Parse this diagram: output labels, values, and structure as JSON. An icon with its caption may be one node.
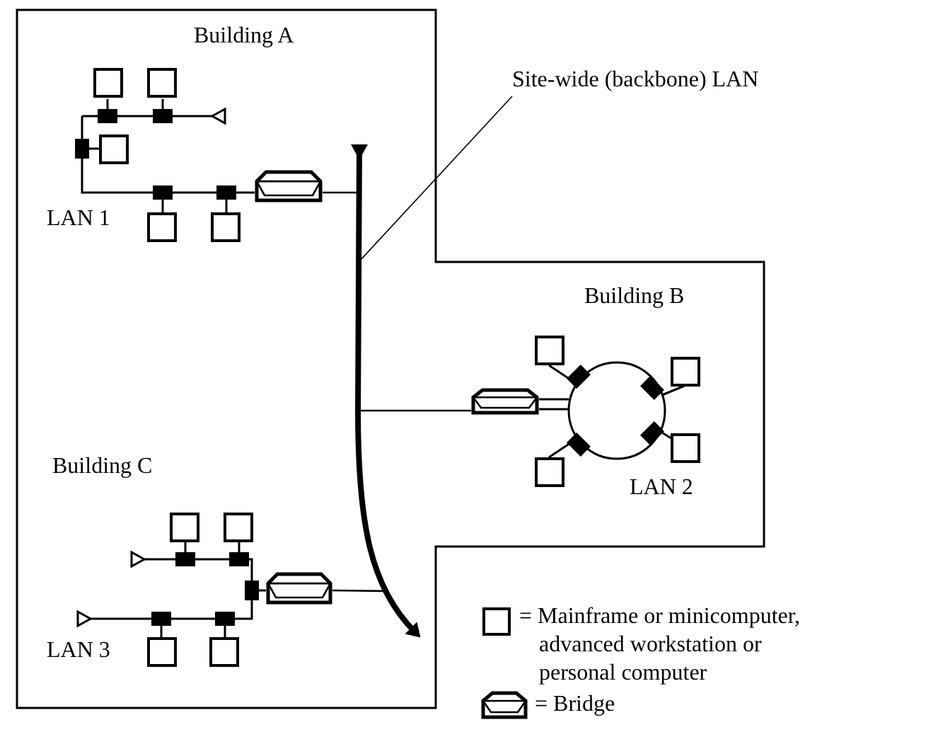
{
  "diagram": {
    "nodes": [
      {
        "text": [
          "Site-wide (backbone) LAN"
        ]
      },
      {
        "text": [],
        "shape": "cable"
      },
      {
        "text": [],
        "shape": "box"
      },
      {
        "text": [],
        "shape": "box"
      },
      {
        "text": [],
        "shape": "box"
      },
      {
        "text": [],
        "shape": "box"
      },
      {
        "text": [],
        "shape": "box"
      },
      {
        "text": [],
        "shape": "bridge"
      },
      {
        "text": [],
        "shape": "box"
      },
      {
        "text": [],
        "shape": "box"
      },
      {
        "text": [],
        "shape": "box"
      },
      {
        "text": [],
        "shape": "box"
      },
      {
        "text": [],
        "shape": "bridge"
      },
      {
        "text": [],
        "shape": "box"
      },
      {
        "text": [],
        "shape": "box"
      },
      {
        "text": [],
        "shape": "box"
      },
      {
        "text": [],
        "shape": "box"
      },
      {
        "text": [],
        "shape": "bridge"
      }
    ],
    "edges": [
      {
        "from": 7,
        "to": 1,
        "arrow": "none"
      },
      {
        "from": 12,
        "to": 1,
        "arrow": "none"
      },
      {
        "from": 17,
        "to": 1,
        "arrow": "none"
      },
      {
        "from": 0,
        "to": 1,
        "arrow": "none"
      }
    ],
    "labels": [
      "Building A",
      "LAN 1",
      "Building B",
      "LAN 2",
      "Building C",
      "LAN 3"
    ],
    "legend": [
      {
        "text": "= Mainframe or minicomputer, advanced workstation or personal computer"
      },
      {
        "text": "= Bridge"
      }
    ]
  }
}
